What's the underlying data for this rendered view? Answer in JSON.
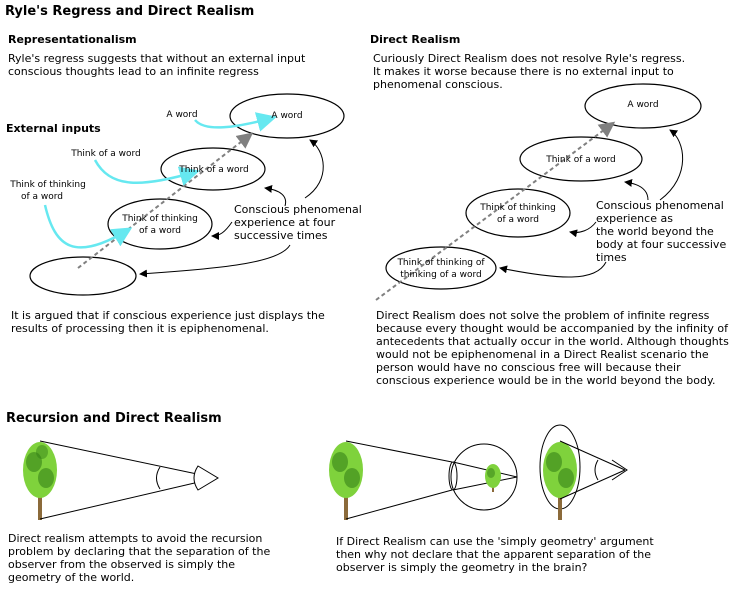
{
  "title": "Ryle's Regress and Direct Realism",
  "representationalism": {
    "heading": "Representationalism",
    "intro_line1": "Ryle's regress suggests that without an external input",
    "intro_line2": "conscious thoughts lead to an infinite regress",
    "external_inputs_label": "External inputs",
    "input_a_word": "A word",
    "input_think_word": "Think of a word",
    "input_think_thinking_line1": "Think of thinking",
    "input_think_thinking_line2": "of a word",
    "ellipse_a_word": "A word",
    "ellipse_think_word": "Think of a word",
    "ellipse_think_thinking_line1": "Think of thinking",
    "ellipse_think_thinking_line2": "of a word",
    "annotation_line1": "Conscious phenomenal",
    "annotation_line2": "experience at four",
    "annotation_line3": "successive times",
    "conclusion_line1": "It is argued that if conscious experience just displays the",
    "conclusion_line2": "results of processing then it is epiphenomenal."
  },
  "direct_realism": {
    "heading": "Direct Realism",
    "intro_line1": "Curiously Direct Realism does not resolve Ryle's regress.",
    "intro_line2": "It makes it worse because there is no external input to",
    "intro_line3": "phenomenal conscious.",
    "ellipse_a_word": "A word",
    "ellipse_think_word": "Think of a word",
    "ellipse_think_thinking_line1": "Think of thinking",
    "ellipse_think_thinking_line2": "of a word",
    "ellipse_think_think_line1": "Think of thinking of",
    "ellipse_think_think_line2": "thinking of a word",
    "annotation_line1": "Conscious phenomenal",
    "annotation_line2": "experience as",
    "annotation_line3": "the world beyond the",
    "annotation_line4": "body at four successive",
    "annotation_line5": "times",
    "conclusion_line1": "Direct Realism does not solve the problem of infinite regress",
    "conclusion_line2": "because every thought would be accompanied by the infinity of",
    "conclusion_line3": "antecedents that actually occur in the world. Although thoughts",
    "conclusion_line4": "would not be epiphenomenal in a Direct Realist scenario the",
    "conclusion_line5": "person would have no conscious free will because their",
    "conclusion_line6": "conscious experience would be in the world beyond the body."
  },
  "recursion": {
    "heading": "Recursion and Direct Realism",
    "left_line1": "Direct realism attempts to avoid the recursion",
    "left_line2": "problem by declaring that the separation of the",
    "left_line3": "observer from the observed is simply the",
    "left_line4": "geometry of the world.",
    "right_line1": "If Direct Realism can use the 'simply geometry' argument",
    "right_line2": "then why not declare that the apparent separation of the",
    "right_line3": "observer is simply the geometry in the brain?"
  },
  "colors": {
    "input_arrow": "#66e8f0",
    "dashed_arrow": "#808080",
    "foliage_light": "#7fd23c",
    "foliage_dark": "#2f7a14",
    "trunk": "#8b6a3a"
  }
}
